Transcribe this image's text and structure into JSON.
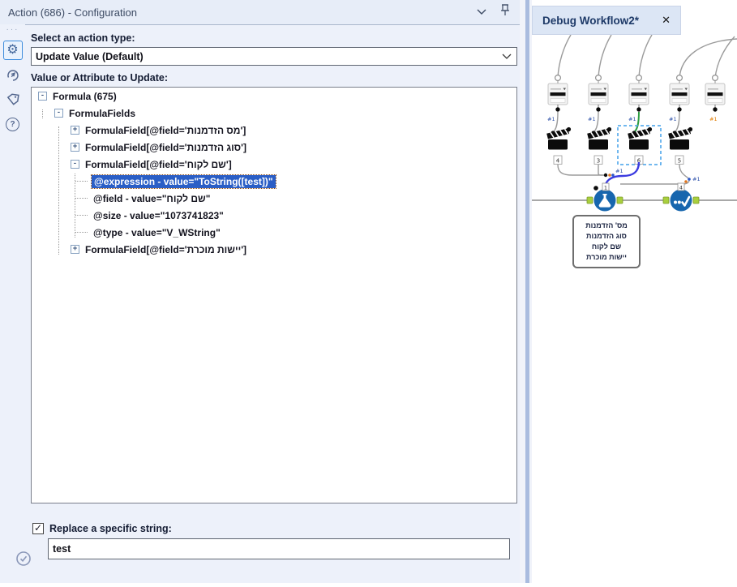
{
  "window": {
    "title": "Action (686) - Configuration"
  },
  "sidebar": {
    "icons": [
      "more-dots",
      "settings-gear",
      "run-sync",
      "tag",
      "help",
      "validate-check"
    ]
  },
  "action_type": {
    "label": "Select an action type:",
    "value": "Update Value (Default)"
  },
  "tree": {
    "label": "Value or Attribute to Update:",
    "rows": [
      {
        "depth": 0,
        "expander": "-",
        "label": "Formula (675)"
      },
      {
        "depth": 1,
        "expander": "-",
        "label": "FormulaFields"
      },
      {
        "depth": 2,
        "expander": "+",
        "label": "FormulaField[@field='מס הזדמנות']"
      },
      {
        "depth": 2,
        "expander": "+",
        "label": "FormulaField[@field='סוג הזדמנות']"
      },
      {
        "depth": 2,
        "expander": "-",
        "label": "FormulaField[@field='שם לקוח']"
      },
      {
        "depth": 3,
        "expander": "",
        "label": "@expression - value=\"ToString([test])\"",
        "selected": true
      },
      {
        "depth": 3,
        "expander": "",
        "label": "@field - value=\"שם לקוח\""
      },
      {
        "depth": 3,
        "expander": "",
        "label": "@size - value=\"1073741823\""
      },
      {
        "depth": 3,
        "expander": "",
        "label": "@type - value=\"V_WString\""
      },
      {
        "depth": 2,
        "expander": "+",
        "label": "FormulaField[@field='יישות מוכרת']"
      }
    ]
  },
  "replace": {
    "label": "Replace a specific string:",
    "checked_glyph": "✓",
    "value": "test"
  },
  "tab": {
    "title": "Debug Workflow2*",
    "close_glyph": "✕"
  },
  "canvas": {
    "connection_label": "#1",
    "action_annotations": [
      "4",
      "3",
      "6",
      "5"
    ],
    "tool_annotations": {
      "formula": "1",
      "test": "4"
    },
    "comment": {
      "lines": [
        "מס' הזדמנות",
        "סוג הזדמנות",
        "שם לקוח",
        "יישות מוכרת"
      ]
    },
    "colors": {
      "tool_blue": "#1766ae",
      "anchor_green": "#a9cf3d",
      "wire_blue": "#3b3be0",
      "wire_green": "#2f9e44",
      "selection_blue": "#42a0ea",
      "tree_selection": "#2a5ec6"
    }
  }
}
